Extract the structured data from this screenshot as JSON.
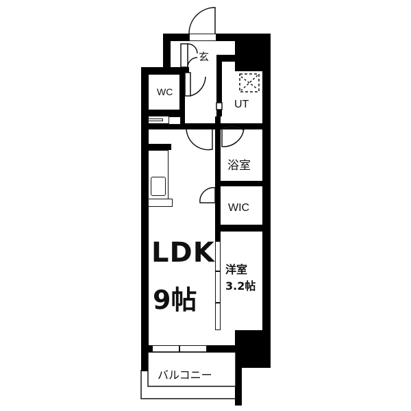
{
  "floorplan": {
    "rooms": {
      "entrance": "玄",
      "wc": "WC",
      "utility": "UT",
      "bath": "浴室",
      "wic": "WIC",
      "ldk_name": "LDK",
      "ldk_size": "9帖",
      "western_name": "洋室",
      "western_size": "3.2帖",
      "balcony": "バルコニー"
    },
    "colors": {
      "wall": "#000000",
      "background": "#ffffff",
      "text": "#111111"
    }
  }
}
